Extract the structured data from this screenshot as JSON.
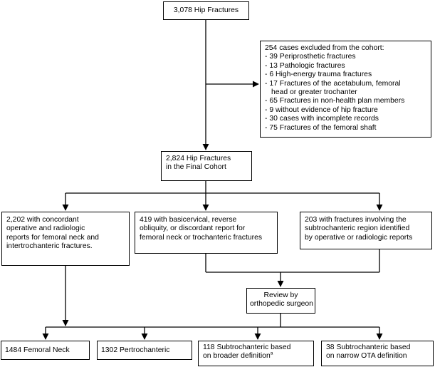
{
  "boxes": {
    "total": "3,078 Hip Fractures",
    "excluded": {
      "header": "254 cases excluded from the cohort:",
      "items": [
        "- 39 Periprosthetic fractures",
        "- 13 Pathologic fractures",
        "- 6 High-energy trauma fractures",
        "- 17 Fractures of the acetabulum, femoral",
        "head or greater trochanter",
        "- 65 Fractures in non-health plan members",
        "- 9 without evidence of hip fracture",
        "- 30 cases with incomplete records",
        "- 75 Fractures of the femoral shaft"
      ]
    },
    "final_cohort": [
      "2,824 Hip Fractures",
      "in the Final Cohort"
    ],
    "concordant": [
      "2,202 with concordant",
      "operative and radiologic",
      "reports for femoral neck and",
      "intertrochanteric fractures."
    ],
    "discordant": [
      "419 with basicervical, reverse",
      "obliquity, or discordant report for",
      "femoral neck or trochanteric fractures"
    ],
    "subtroch_region": [
      "203 with fractures involving the",
      "subtrochanteric region identified",
      "by operative or radiologic reports"
    ],
    "review": [
      "Review by",
      "orthopedic surgeon"
    ],
    "femoral_neck": "1484 Femoral Neck",
    "pertrochanteric": "1302 Pertrochanteric",
    "broad": [
      "118 Subtrochanteric based",
      "on broader definition"
    ],
    "broad_sup": "a",
    "narrow": [
      "38 Subtrochanteric based",
      "on narrow OTA definition"
    ]
  }
}
